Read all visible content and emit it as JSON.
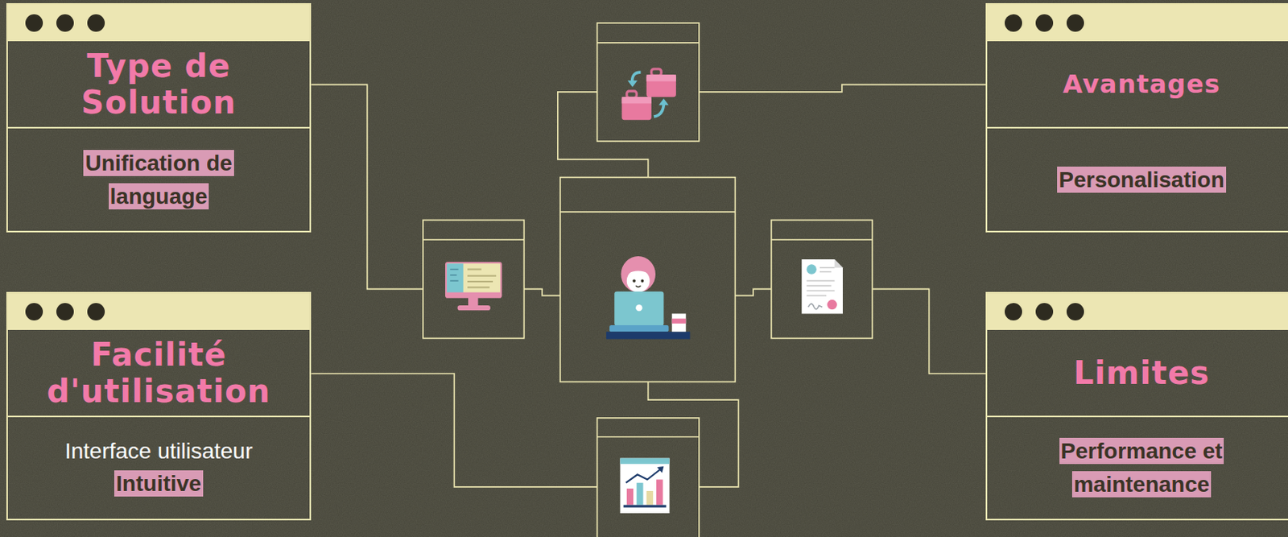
{
  "diagram": {
    "nodes": [
      {
        "text": [
          "Type de Solution",
          "Unification de language"
        ]
      },
      {
        "text": [
          "Avantages",
          "Personalisation"
        ]
      },
      {
        "text": [
          "Facilité d'utilisation",
          "Interface utilisateur",
          "Intuitive"
        ]
      },
      {
        "text": [
          "Limites",
          "Performance et maintenance"
        ]
      }
    ]
  }
}
